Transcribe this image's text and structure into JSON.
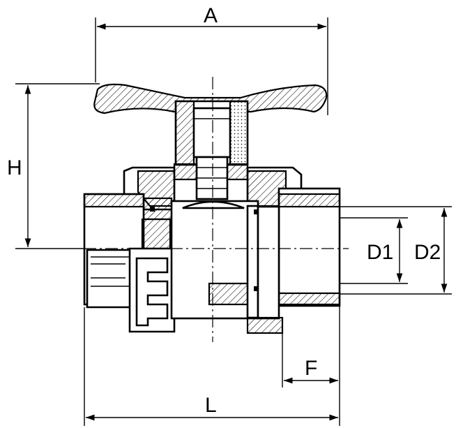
{
  "dimensions": {
    "A": "A",
    "H": "H",
    "D1": "D1",
    "D2": "D2",
    "F": "F",
    "L": "L"
  }
}
